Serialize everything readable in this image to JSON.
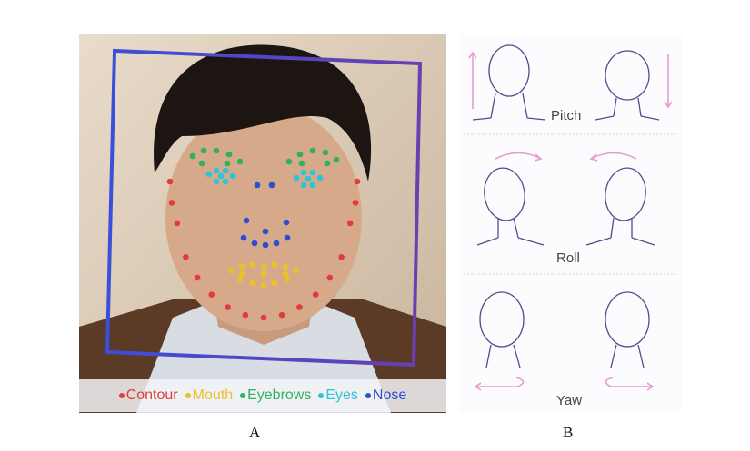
{
  "panel_a": {
    "label": "A",
    "legend": [
      {
        "name": "Contour",
        "color": "#e23b3b"
      },
      {
        "name": "Mouth",
        "color": "#e8c22a"
      },
      {
        "name": "Eyebrows",
        "color": "#2db35a"
      },
      {
        "name": "Eyes",
        "color": "#2bc6d6"
      },
      {
        "name": "Nose",
        "color": "#2c4fd1"
      }
    ],
    "box_color": "#3b4fd8"
  },
  "panel_b": {
    "label": "B",
    "poses": [
      "Pitch",
      "Roll",
      "Yaw"
    ],
    "arrow_color": "#e89ad0",
    "line_color": "#4a4f8c"
  }
}
